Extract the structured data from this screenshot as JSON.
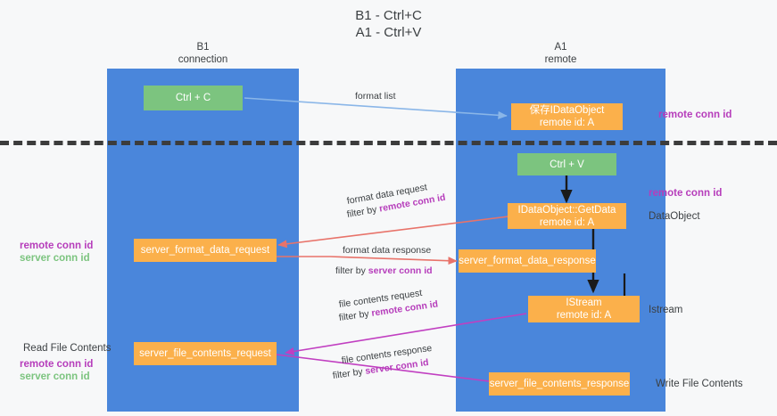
{
  "title": {
    "line1": "B1 - Ctrl+C",
    "line2": "A1 - Ctrl+V"
  },
  "columns": [
    {
      "name": "B1",
      "sub": "connection"
    },
    {
      "name": "A1",
      "sub": "remote"
    }
  ],
  "nodes": {
    "ctrl_c": {
      "label": "Ctrl + C"
    },
    "ctrl_v": {
      "label": "Ctrl + V"
    },
    "save_idataobject": {
      "line1": "保存IDataObject",
      "line2": "remote id: A"
    },
    "idataobject_getdata": {
      "line1": "IDataObject::GetData",
      "line2": "remote id: A"
    },
    "istream": {
      "line1": "IStream",
      "line2": "remote id: A"
    },
    "server_format_data_request": {
      "label": "server_format_data_request"
    },
    "server_format_data_response": {
      "label": "server_format_data_response"
    },
    "server_file_contents_request": {
      "label": "server_file_contents_request"
    },
    "server_file_contents_response": {
      "label": "server_file_contents_response"
    }
  },
  "edges": {
    "format_list": {
      "label": "format list"
    },
    "format_data_request": {
      "line1": "format data request",
      "prefix": "filter by ",
      "key": "remote conn id"
    },
    "format_data_response": {
      "line1": "format data response",
      "prefix": "filter by ",
      "key": "server conn id"
    },
    "file_contents_request": {
      "line1": "file contents request",
      "prefix": "filter by ",
      "key": "remote conn id"
    },
    "file_contents_response": {
      "line1": "file contents response",
      "prefix": "filter by ",
      "key": "server conn id"
    }
  },
  "side_labels": {
    "right_remote_conn_id_top": "remote conn id",
    "right_remote_conn_id_mid": "remote conn id",
    "right_dataobject": "DataObject",
    "right_istream": "Istream",
    "right_write_file_contents": "Write File Contents",
    "left_remote_conn_id_mid": "remote conn id",
    "left_server_conn_id_mid": "server conn id",
    "left_read_file_contents": "Read File Contents",
    "left_remote_conn_id_bottom": "remote conn id",
    "left_server_conn_id_bottom": "server conn id"
  },
  "colors": {
    "lane": "#4a86db",
    "node_green": "#7cc47f",
    "node_orange": "#fbb04b",
    "conn_purple": "#b63dbb",
    "conn_green": "#7cc47f",
    "arrow_blue": "#8ab6e8",
    "arrow_red": "#e8736a",
    "arrow_magenta": "#c13fc1",
    "arrow_black": "#1a1a1a",
    "divider": "#3c3c3c"
  }
}
